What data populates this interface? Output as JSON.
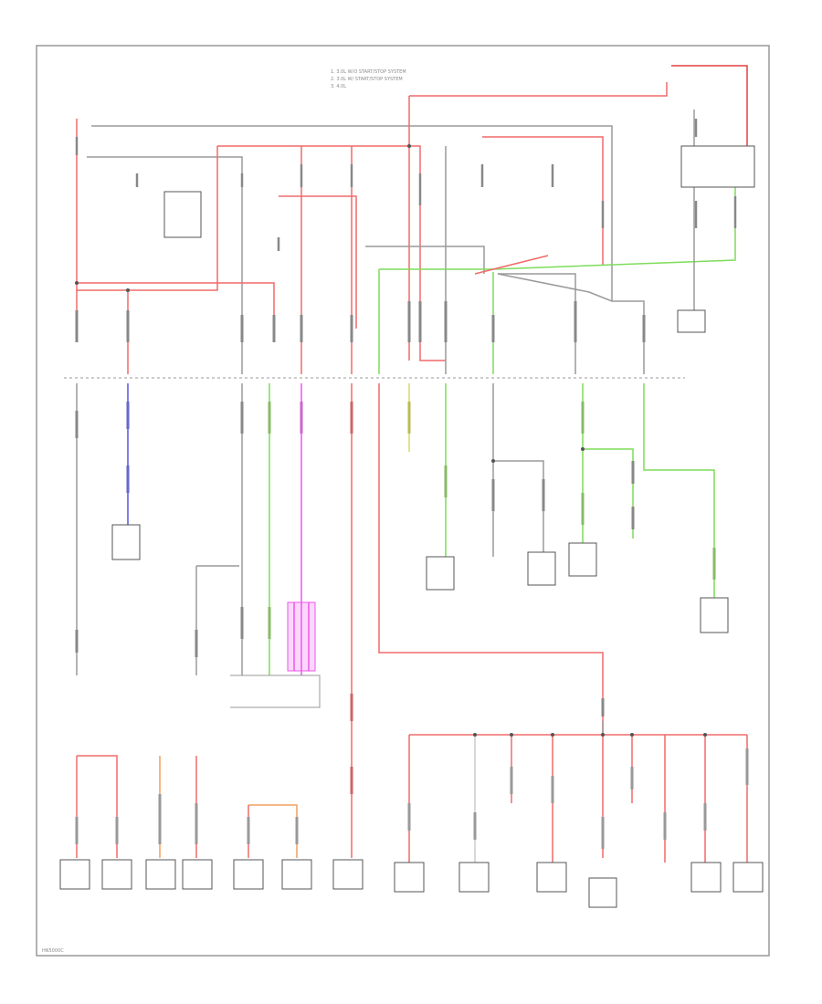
{
  "diagram": {
    "legend": [
      "1. 3.0L W/O START/STOP SYSTEM",
      "2. 3.0L W/ START/STOP SYSTEM",
      "3. 4.0L"
    ],
    "footer_code": "HN5000C"
  },
  "colors": {
    "red": "#f06a6a",
    "red_strong": "#e04040",
    "green": "#7edc5a",
    "magenta": "#ee55ee",
    "blue": "#5555dd",
    "orange": "#f0a060",
    "wire": "#9a9a9a",
    "line": "#555555"
  }
}
